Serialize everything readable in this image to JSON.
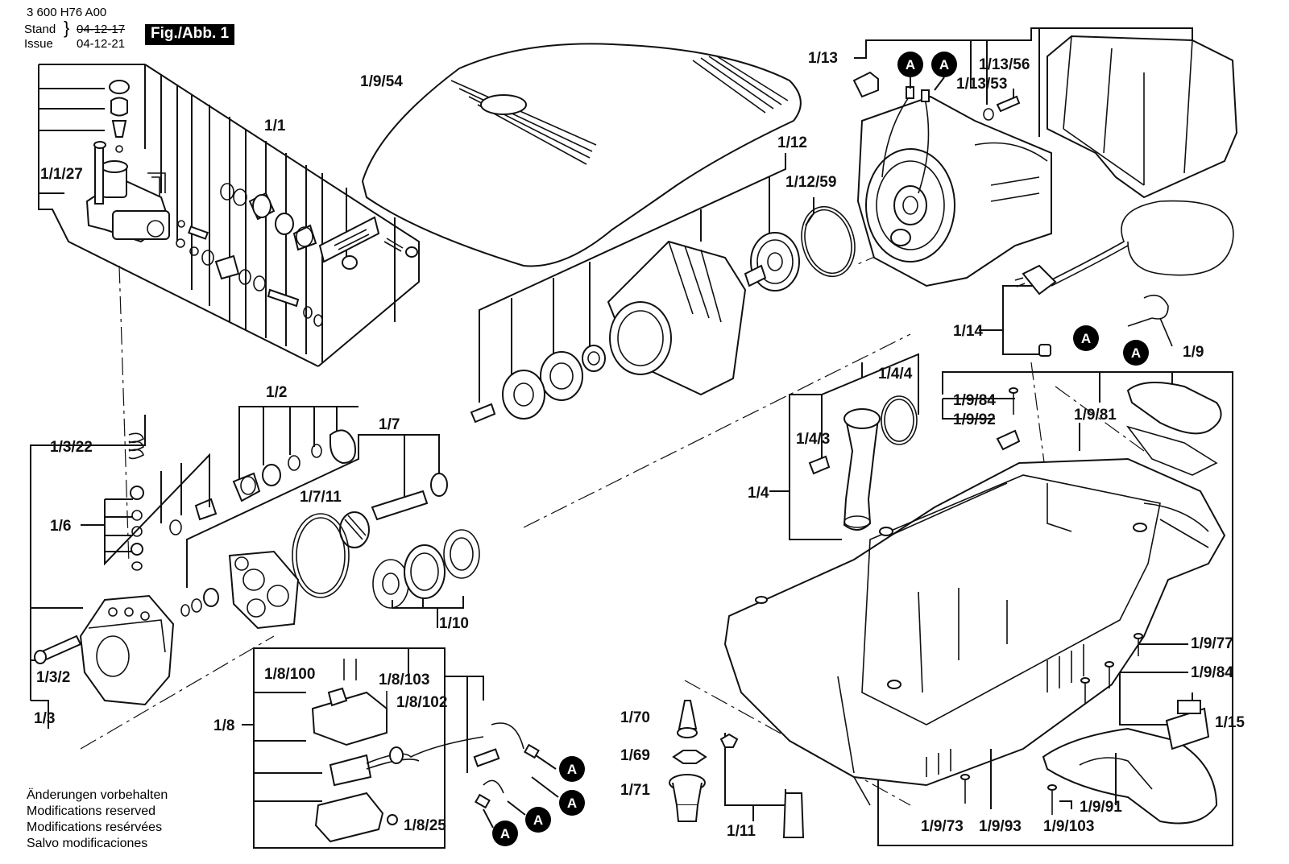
{
  "header": {
    "doc_number": "3 600 H76 A00",
    "stand_label": "Stand",
    "issue_label": "Issue",
    "old_date": "04-12-17",
    "new_date": "04-12-21",
    "figure_label": "Fig./Abb. 1"
  },
  "notes": [
    "Änderungen vorbehalten",
    "Modifications reserved",
    "Modifications resérvées",
    "Salvo modificaciones"
  ],
  "marker_letter": "A",
  "labels": {
    "p1_1": "1/1",
    "p1_1_27": "1/1/27",
    "p1_9_54": "1/9/54",
    "p1_12": "1/12",
    "p1_12_59": "1/12/59",
    "p1_13": "1/13",
    "p1_13_56": "1/13/56",
    "p1_13_53": "1/13/53",
    "p1_14": "1/14",
    "p1_9": "1/9",
    "p1_9_84a": "1/9/84",
    "p1_9_92": "1/9/92",
    "p1_9_81": "1/9/81",
    "p1_4_4": "1/4/4",
    "p1_4_3": "1/4/3",
    "p1_4": "1/4",
    "p1_2": "1/2",
    "p1_7": "1/7",
    "p1_7_11": "1/7/11",
    "p1_3_22": "1/3/22",
    "p1_6": "1/6",
    "p1_10": "1/10",
    "p1_3_2": "1/3/2",
    "p1_3": "1/3",
    "p1_8": "1/8",
    "p1_8_100": "1/8/100",
    "p1_8_103": "1/8/103",
    "p1_8_102": "1/8/102",
    "p1_8_25": "1/8/25",
    "p1_70": "1/70",
    "p1_69": "1/69",
    "p1_71": "1/71",
    "p1_11": "1/11",
    "p1_9_77": "1/9/77",
    "p1_9_84b": "1/9/84",
    "p1_15": "1/15",
    "p1_9_91": "1/9/91",
    "p1_9_73": "1/9/73",
    "p1_9_93": "1/9/93",
    "p1_9_103": "1/9/103"
  }
}
